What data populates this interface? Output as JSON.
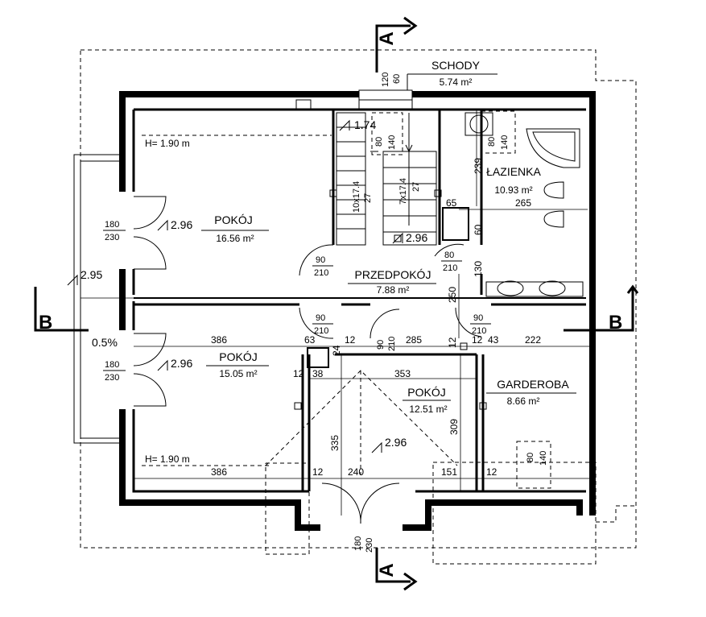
{
  "rooms": {
    "schody": {
      "name": "SCHODY",
      "area": "5.74 m²"
    },
    "lazienka": {
      "name": "ŁAZIENKA",
      "area": "10.93 m²"
    },
    "pokoj1": {
      "name": "POKÓJ",
      "area": "16.56 m²"
    },
    "przedpokoj": {
      "name": "PRZEDPOKÓJ",
      "area": "7.88 m²"
    },
    "pokoj2": {
      "name": "POKÓJ",
      "area": "15.05 m²"
    },
    "pokoj3": {
      "name": "POKÓJ",
      "area": "12.51 m²"
    },
    "garderoba": {
      "name": "GARDEROBA",
      "area": "8.66 m²"
    }
  },
  "sections": {
    "a_top": "A",
    "a_bottom": "A",
    "b_left": "B",
    "b_right": "B"
  },
  "levels": {
    "stair_top": "1.74",
    "room1": "2.96",
    "stair_landing": "2.96",
    "room2": "2.96",
    "room3": "2.96",
    "balcony": "2.95",
    "slope": "0.5%"
  },
  "heights": {
    "h_top": "H= 1.90 m",
    "h_bottom": "H= 1.90 m"
  },
  "doors": {
    "w180_1": "180",
    "h230_1": "230",
    "w180_2": "180",
    "h230_2": "230",
    "w90_1": "90",
    "h210_1": "210",
    "w80_1": "80",
    "h210_2": "210",
    "w90_2": "90",
    "h210_3": "210",
    "w90_3": "90",
    "h210_4": "210",
    "w90_4": "90",
    "h210_5": "210",
    "w180_3": "180",
    "h230_3": "230"
  },
  "windows": {
    "top_w": "120",
    "top_h": "60",
    "stair_w": "80",
    "stair_h": "140",
    "bath_w": "80",
    "bath_h": "140",
    "ward_w": "80",
    "ward_h": "140"
  },
  "stairs": {
    "flight1": "10x17.4",
    "flight1_b": "27",
    "flight2": "7x17.4",
    "flight2_b": "27"
  },
  "dims": {
    "d386a": "386",
    "d63": "63",
    "d24": "24",
    "d12a": "12",
    "d285": "285",
    "d12b": "12",
    "d12c": "12",
    "d43": "43",
    "d222": "222",
    "d12d": "12",
    "d38": "38",
    "d353": "353",
    "d335": "335",
    "d309": "309",
    "d386b": "386",
    "d12e": "12",
    "d240": "240",
    "d151": "151",
    "d12f": "12",
    "d239": "239",
    "d65": "65",
    "d265": "265",
    "d60": "60",
    "d130": "130",
    "d250": "250"
  }
}
